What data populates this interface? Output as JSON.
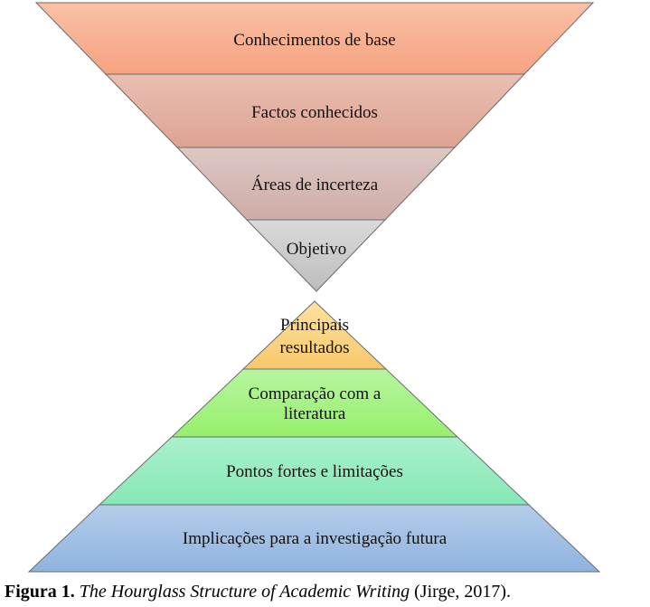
{
  "top_funnel": {
    "levels": [
      {
        "label": "Conhecimentos de base",
        "color": "#f6ab88"
      },
      {
        "label": "Factos conhecidos",
        "color": "#e2ae9e"
      },
      {
        "label": "Áreas de incerteza",
        "color": "#d5b6b2"
      },
      {
        "label": "Objetivo",
        "color": "#cccccc"
      }
    ]
  },
  "bottom_pyramid": {
    "levels": [
      {
        "line1": "Principais",
        "line2": "resultados",
        "color": "#fad07c"
      },
      {
        "line1": "Comparação com a",
        "line2": "literatura",
        "color": "#a6f383"
      },
      {
        "label": "Pontos fortes e limitações",
        "color": "#98ecc0"
      },
      {
        "label": "Implicações para a investigação futura",
        "color": "#a0bee4"
      }
    ]
  },
  "caption": {
    "figure_label": "Figura 1.",
    "title": "The Hourglass Structure of Academic Writing",
    "citation": "(Jirge, 2017)."
  }
}
